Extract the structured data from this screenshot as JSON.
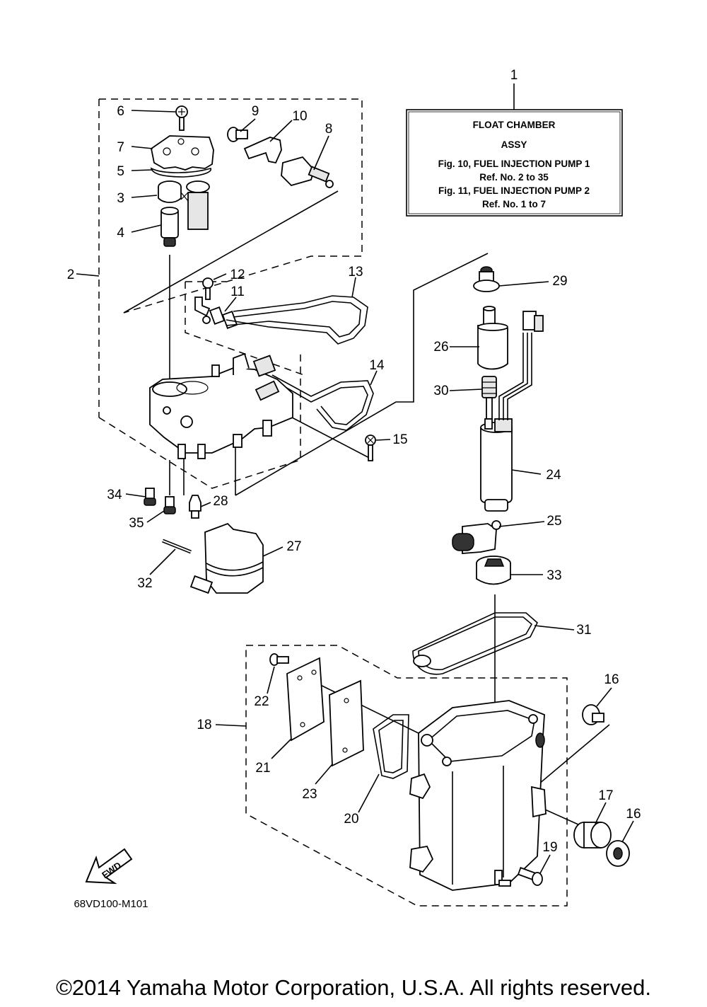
{
  "info_box": {
    "ref": "1",
    "line1": "FLOAT CHAMBER",
    "line2": "ASSY",
    "line3": "Fig. 10, FUEL INJECTION PUMP 1",
    "line4": "Ref. No. 2 to 35",
    "line5": "Fig. 11, FUEL INJECTION PUMP 2",
    "line6": "Ref. No. 1 to 7"
  },
  "callouts": {
    "n2": "2",
    "n3": "3",
    "n4": "4",
    "n5": "5",
    "n6": "6",
    "n7": "7",
    "n8": "8",
    "n9": "9",
    "n10": "10",
    "n11": "11",
    "n12": "12",
    "n13": "13",
    "n14": "14",
    "n15": "15",
    "n16a": "16",
    "n16b": "16",
    "n17": "17",
    "n18": "18",
    "n19": "19",
    "n20": "20",
    "n21": "21",
    "n22": "22",
    "n23": "23",
    "n24": "24",
    "n25": "25",
    "n26": "26",
    "n27": "27",
    "n28": "28",
    "n29": "29",
    "n30": "30",
    "n31": "31",
    "n32": "32",
    "n33": "33",
    "n34": "34",
    "n35": "35"
  },
  "fwd_label": "FWD",
  "drawing_code": "68VD100-M101",
  "copyright": "©2014 Yamaha Motor Corporation, U.S.A. All rights reserved."
}
